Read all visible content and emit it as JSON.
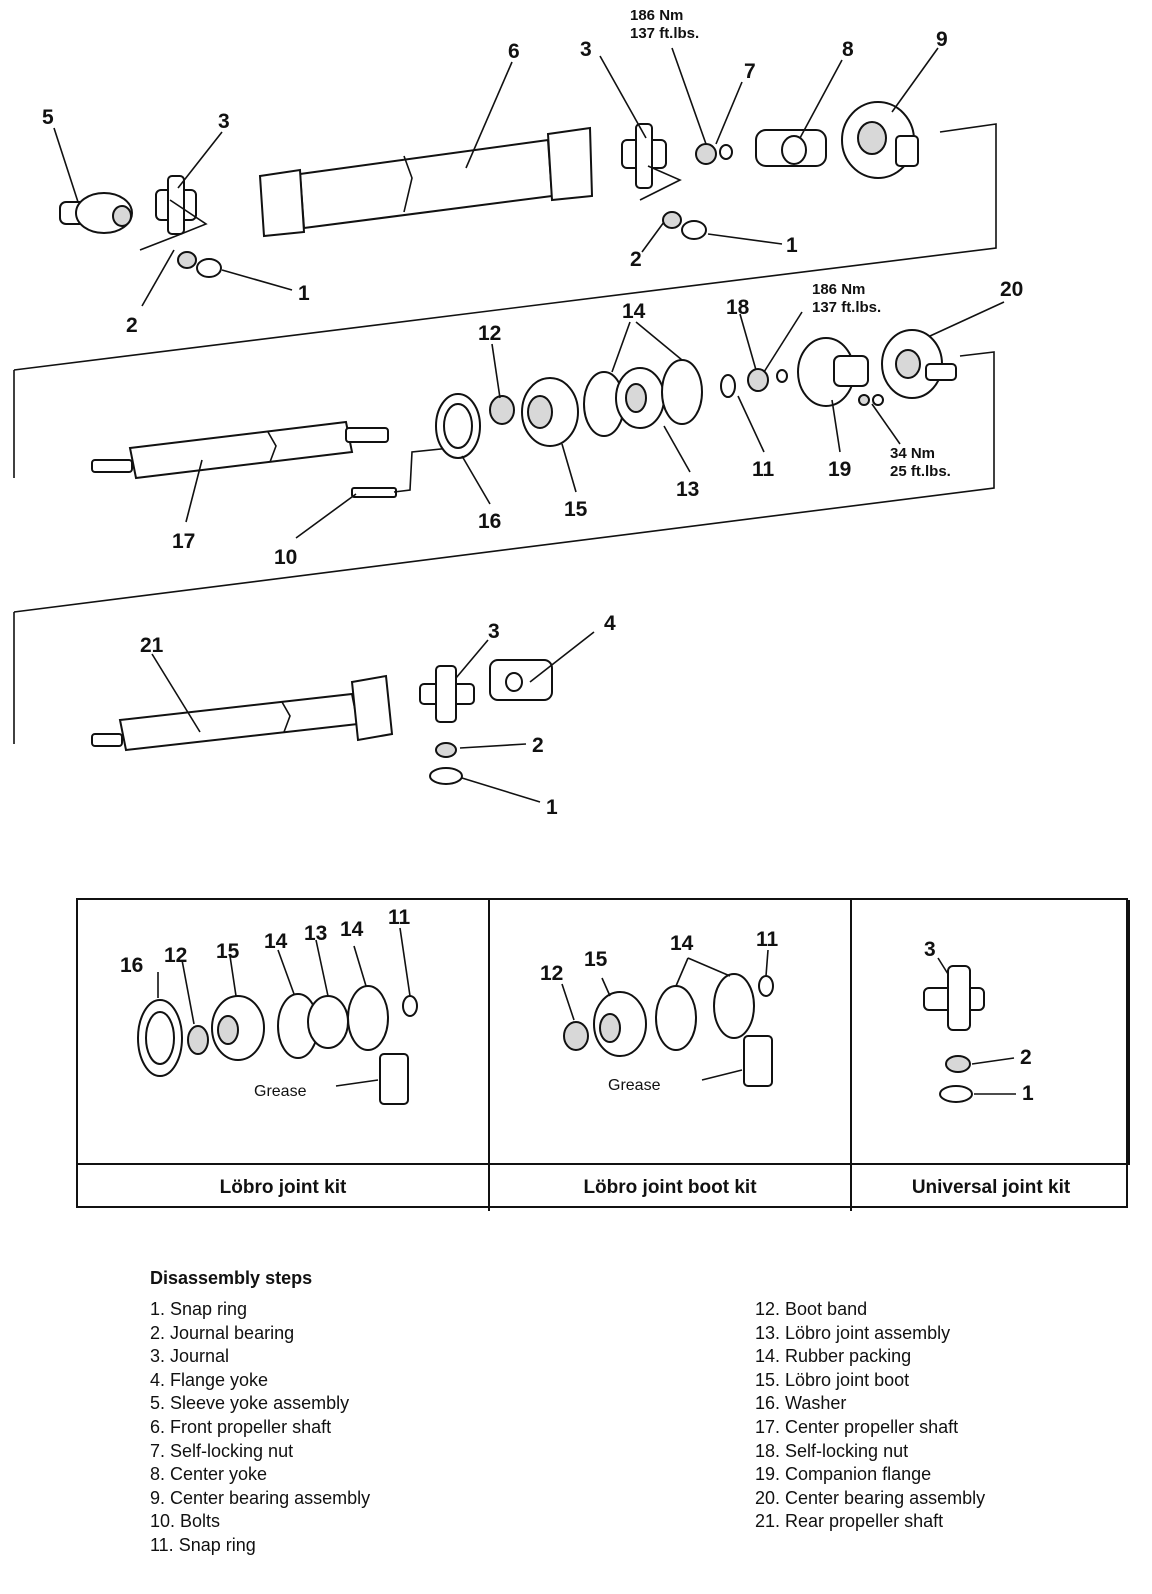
{
  "callouts": {
    "row1": [
      "5",
      "3",
      "6",
      "3",
      "7",
      "8",
      "9",
      "2",
      "1",
      "2",
      "1"
    ],
    "row2": [
      "12",
      "14",
      "18",
      "20",
      "11",
      "13",
      "19",
      "16",
      "15",
      "17",
      "10"
    ],
    "row3": [
      "21",
      "3",
      "4",
      "2",
      "1"
    ]
  },
  "torques": {
    "t1_nm": "186 Nm",
    "t1_ft": "137 ft.lbs.",
    "t2_nm": "186 Nm",
    "t2_ft": "137 ft.lbs.",
    "t3_nm": "34 Nm",
    "t3_ft": "25 ft.lbs."
  },
  "kits": [
    {
      "label": "Löbro joint kit",
      "callouts": [
        "16",
        "12",
        "15",
        "14",
        "13",
        "14",
        "11"
      ],
      "grease": "Grease"
    },
    {
      "label": "Löbro joint boot kit",
      "callouts": [
        "12",
        "15",
        "14",
        "11"
      ],
      "grease": "Grease"
    },
    {
      "label": "Universal joint kit",
      "callouts": [
        "3",
        "2",
        "1"
      ]
    }
  ],
  "steps": {
    "title": "Disassembly steps",
    "items": [
      "1. Snap ring",
      "2. Journal bearing",
      "3. Journal",
      "4. Flange yoke",
      "5. Sleeve yoke assembly",
      "6. Front propeller shaft",
      "7. Self-locking nut",
      "8. Center yoke",
      "9. Center bearing assembly",
      "10. Bolts",
      "11. Snap ring",
      "12. Boot band",
      "13. Löbro joint assembly",
      "14. Rubber packing",
      "15. Löbro joint boot",
      "16. Washer",
      "17. Center propeller shaft",
      "18. Self-locking nut",
      "19. Companion flange",
      "20. Center bearing assembly",
      "21. Rear propeller shaft"
    ]
  }
}
